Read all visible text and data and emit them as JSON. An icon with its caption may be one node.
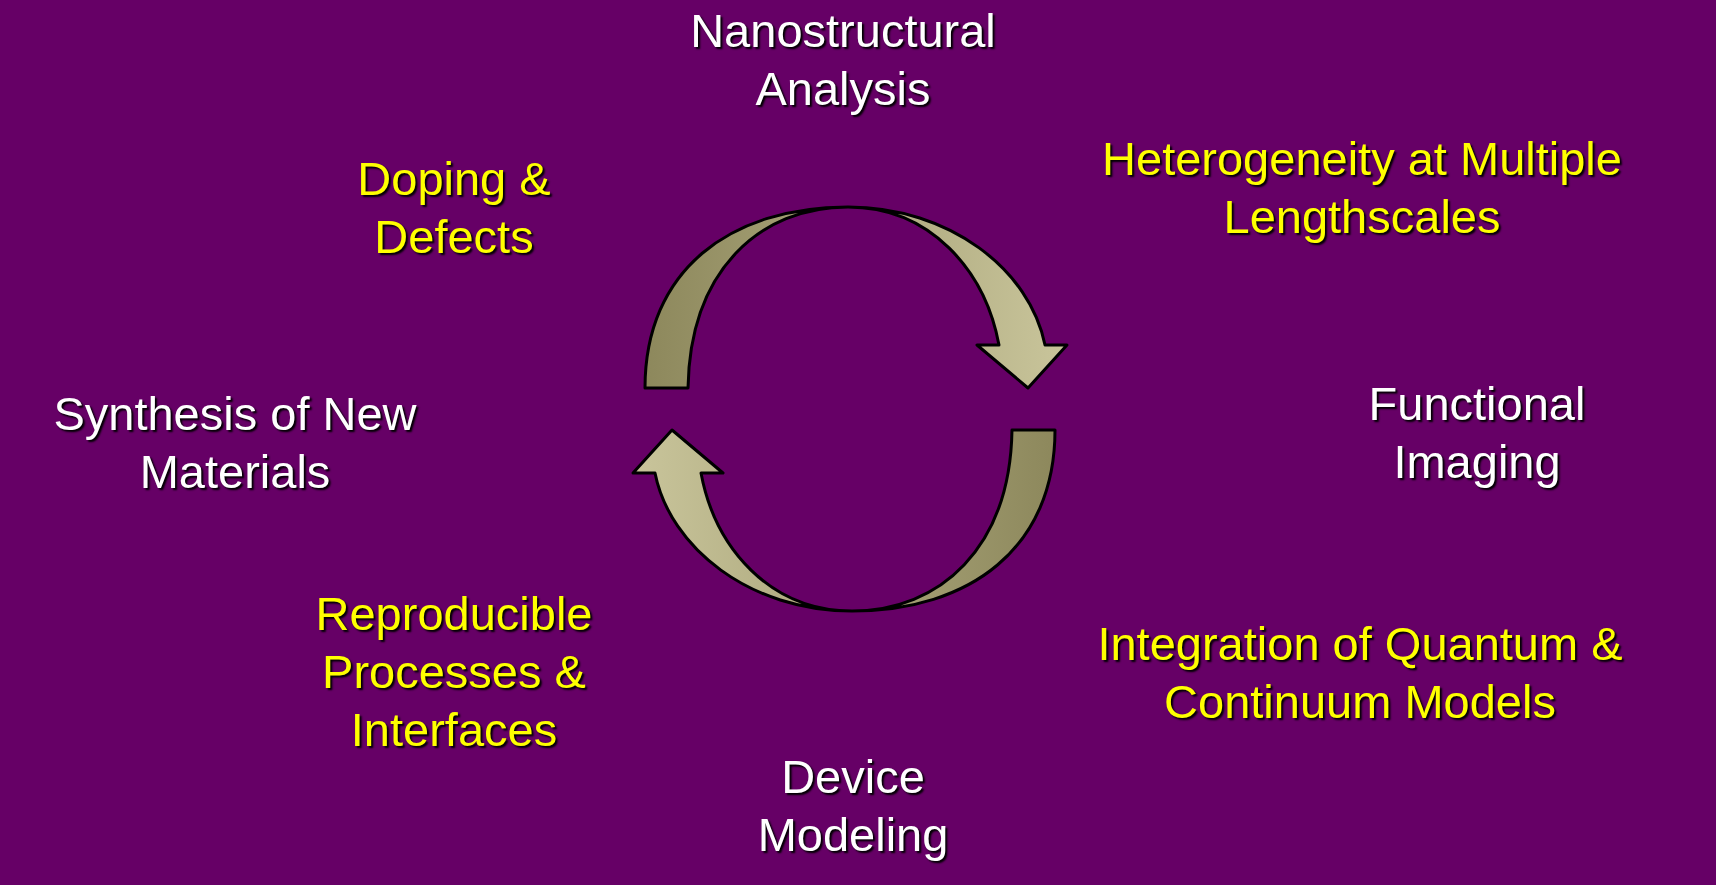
{
  "diagram": {
    "labels": [
      "Nanostructural Analysis",
      "Doping & Defects",
      "Heterogeneity at Multiple Lengthscales",
      "Synthesis of New Materials",
      "Functional Imaging",
      "Reproducible Processes & Interfaces",
      "Integration of Quantum & Continuum Models",
      "Device Modeling"
    ]
  }
}
